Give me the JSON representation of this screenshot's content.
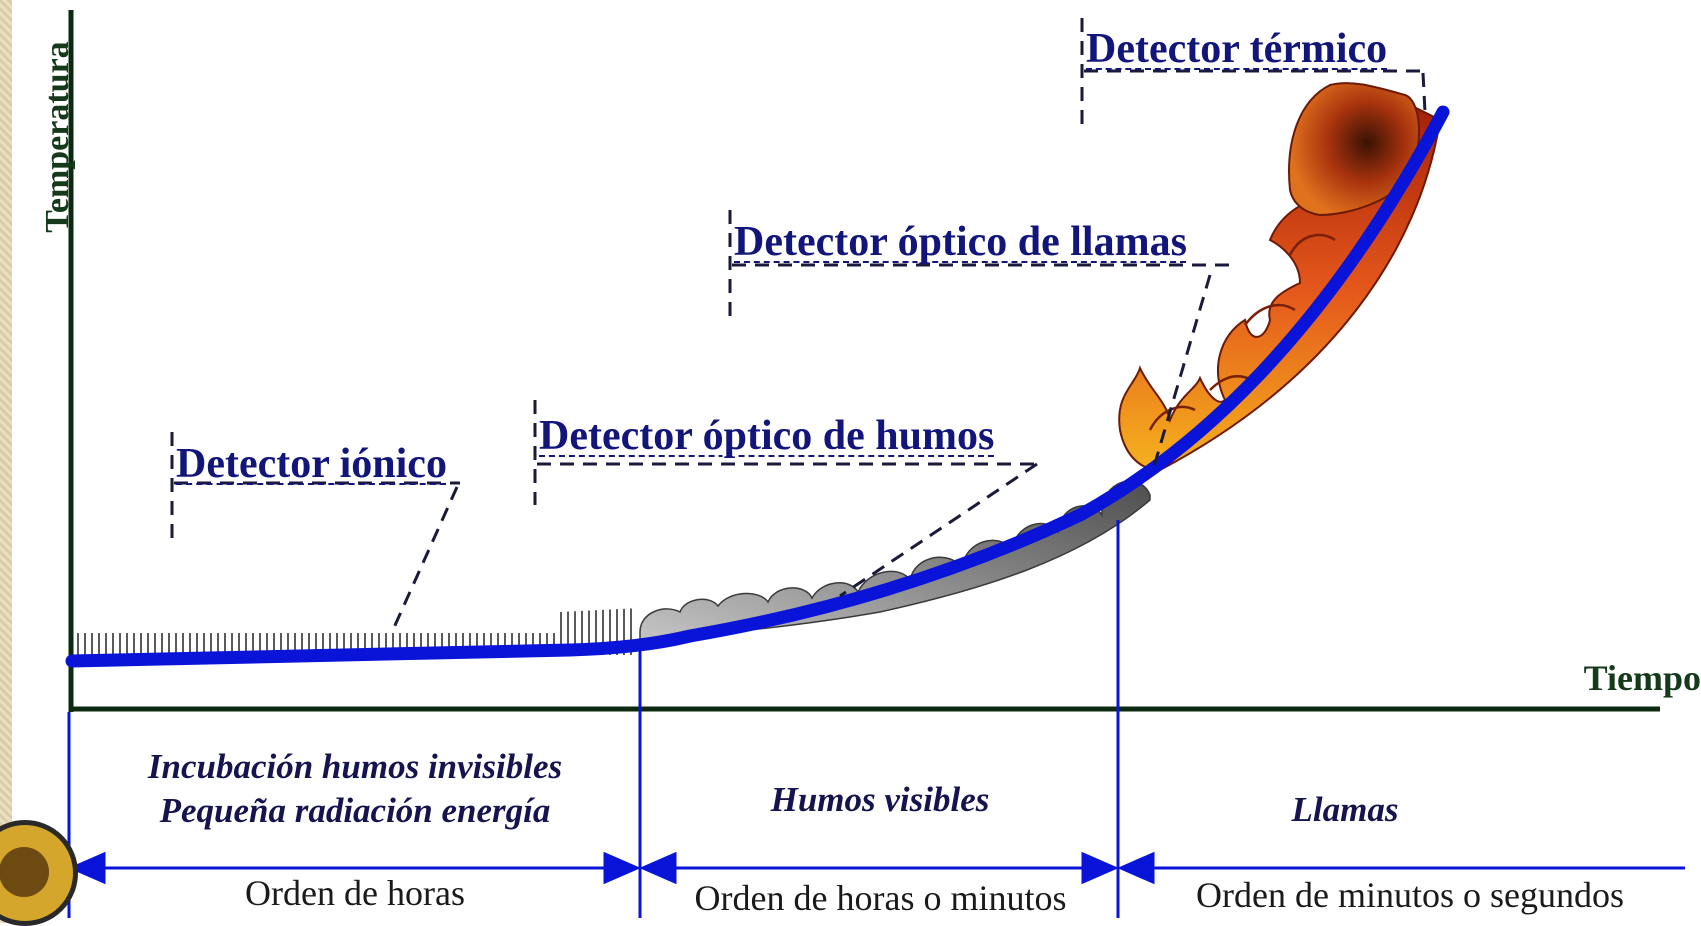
{
  "axes": {
    "y_label": "Temperatura",
    "x_label": "Tiempo"
  },
  "detectors": {
    "ionic": "Detector iónico",
    "optical_smoke": "Detector óptico de humos",
    "optical_flame": "Detector óptico de llamas",
    "thermal": "Detector térmico"
  },
  "phases": {
    "incubation_line1": "Incubación humos invisibles",
    "incubation_line2": "Pequeña radiación energía",
    "visible_smoke": "Humos visibles",
    "flames": "Llamas"
  },
  "durations": {
    "hours": "Orden de horas",
    "hours_or_minutes": "Orden de horas o minutos",
    "minutes_or_seconds": "Orden de minutos o segundos"
  },
  "colors": {
    "curve": "#0a14d8",
    "axis": "#0c2a10",
    "detector_text": "#12157a",
    "smoke_light": "#b8b8b8",
    "smoke_dark": "#5c5c5c",
    "flame": "#e0521a"
  }
}
